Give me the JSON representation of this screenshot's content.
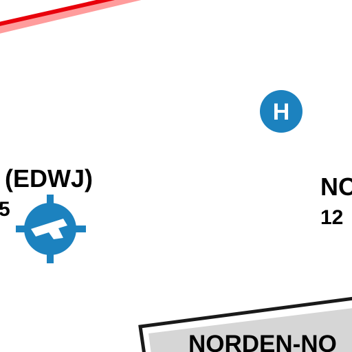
{
  "map": {
    "colors": {
      "background": "#ffffff",
      "airspace_boundary": "#e8000b",
      "airspace_boundary_tint": "#ff9c9c",
      "aeronautical_symbol": "#1c82bf",
      "symbol_detail": "#ffffff",
      "label_text": "#000000",
      "area_border": "#1a1a1a",
      "area_fill": "#d6d6d6"
    },
    "symbols": [
      {
        "kind": "heliport",
        "icon": "heliport-icon",
        "letter": "H"
      },
      {
        "kind": "airfield",
        "icon": "airfield-icon"
      }
    ],
    "labels": {
      "airfield_name_fragment": "(EDWJ)",
      "airfield_elevation_fragment": "5",
      "right_label_fragment": "NO",
      "right_value_fragment": "12",
      "area_name_fragment": "NORDEN-NO"
    }
  }
}
